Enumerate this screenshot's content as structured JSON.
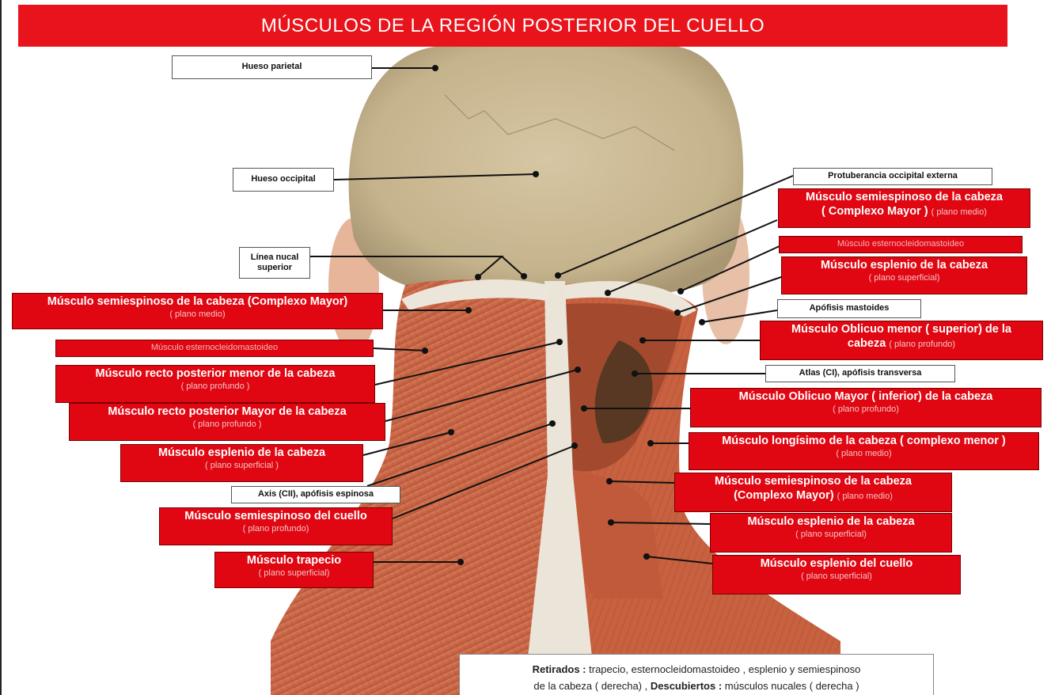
{
  "title": "MÚSCULOS DE LA REGIÓN POSTERIOR DEL CUELLO",
  "labels": {
    "hueso_parietal": "Hueso parietal",
    "hueso_occipital": "Hueso occipital",
    "linea_nucal": "Línea nucal superior",
    "protuberancia": "Protuberancia occipital externa",
    "apofisis_mastoides": "Apófisis mastoides",
    "atlas": "Atlas (CI), apófisis transversa",
    "axis": "Axis (CII), apófisis espinosa"
  },
  "left": {
    "semiespinoso_cabeza": {
      "name": "Músculo semiespinoso de la cabeza (Complexo Mayor)",
      "plane": "( plano medio)"
    },
    "esternocleidomastoideo": "Músculo esternocleidomastoideo",
    "recto_menor": {
      "name": "Músculo recto posterior menor de la cabeza",
      "plane": "( plano profundo )"
    },
    "recto_mayor": {
      "name": "Músculo recto posterior Mayor de la cabeza",
      "plane": "( plano profundo )"
    },
    "esplenio_cabeza": {
      "name": "Músculo esplenio de la cabeza",
      "plane": "( plano superficial )"
    },
    "semiespinoso_cuello": {
      "name": "Músculo semiespinoso del cuello",
      "plane": "( plano profundo)"
    },
    "trapecio": {
      "name": "Músculo trapecio",
      "plane": "( plano superficial)"
    }
  },
  "right": {
    "semiespinoso_cabeza_top": {
      "name1": "Músculo semiespinoso de la cabeza",
      "name2": "( Complexo Mayor )",
      "plane": "( plano medio)"
    },
    "esternocleidomastoideo": "Músculo esternocleidomastoideo",
    "esplenio_cabeza_top": {
      "name": "Músculo esplenio de la cabeza",
      "plane": "( plano superficial)"
    },
    "oblicuo_menor": {
      "name1": "Músculo Oblicuo menor ( superior)  de la",
      "name2": "cabeza",
      "plane": "( plano profundo)"
    },
    "oblicuo_mayor": {
      "name": "Músculo Oblicuo Mayor ( inferior)  de la cabeza",
      "plane": "( plano profundo)"
    },
    "longisimo": {
      "name": "Músculo longísimo de la cabeza ( complexo menor )",
      "plane": "( plano medio)"
    },
    "semiespinoso_cabeza_bottom": {
      "name1": "Músculo semiespinoso de la cabeza",
      "name2": "(Complexo Mayor)",
      "plane": "( plano medio)"
    },
    "esplenio_cabeza_bottom": {
      "name": "Músculo esplenio de la cabeza",
      "plane": "( plano superficial)"
    },
    "esplenio_cuello": {
      "name": "Músculo esplenio del cuello",
      "plane": "( plano superficial)"
    }
  },
  "note": {
    "retirados_label": "Retirados :",
    "retirados_text": " trapecio, esternocleidomastoideo , esplenio y semiespinoso",
    "line2_start": "de la cabeza  ( derecha) ,",
    "descubiertos_label": " Descubiertos :",
    "descubiertos_text": " músculos nucales ( derecha )"
  },
  "colors": {
    "title_bg": "#e8131b",
    "label_red": "#e00712",
    "skull": "#cbb994",
    "muscle": "#c8603e",
    "tendon": "#ece6dc"
  }
}
